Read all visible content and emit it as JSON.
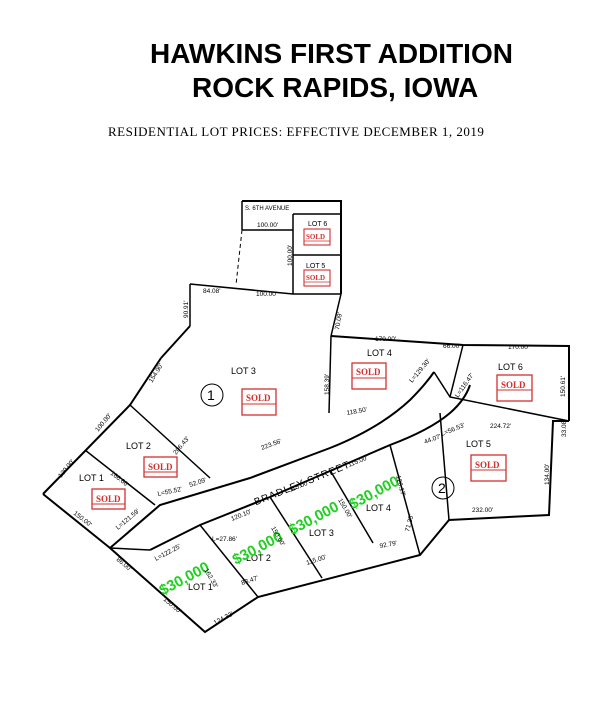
{
  "header": {
    "title_line1": "HAWKINS FIRST ADDITION",
    "title_line2": "ROCK RAPIDS, IOWA",
    "subtitle": "RESIDENTIAL LOT PRICES: EFFECTIVE DECEMBER 1, 2019"
  },
  "map": {
    "street_name": "BRADLEY STREET",
    "avenue_name": "S. 6TH AVENUE",
    "block1": {
      "number": "1",
      "lots": [
        {
          "label": "LOT 1",
          "status": "SOLD"
        },
        {
          "label": "LOT 2",
          "status": "SOLD"
        },
        {
          "label": "LOT 3",
          "status": "SOLD"
        },
        {
          "label": "LOT 4",
          "status": "SOLD"
        },
        {
          "label": "LOT 5",
          "status": "SOLD"
        },
        {
          "label": "LOT 6",
          "status": "SOLD"
        }
      ]
    },
    "block2": {
      "number": "2",
      "lots": [
        {
          "label": "LOT 1",
          "price": "$30,000"
        },
        {
          "label": "LOT 2",
          "price": "$30,000"
        },
        {
          "label": "LOT 3",
          "price": "$30,000"
        },
        {
          "label": "LOT 4",
          "price": "$30,000"
        },
        {
          "label": "LOT 5",
          "status": "SOLD"
        },
        {
          "label": "LOT 6",
          "status": "SOLD"
        }
      ]
    },
    "dimensions": {
      "d100_ave": "100.00'",
      "d100_v": "100.00'",
      "d84": "84.08'",
      "d100_h": "100.00'",
      "d90": "90.91'",
      "d70": "70.09'",
      "d154": "154.90'",
      "d158": "158.39'",
      "d170a": "170.00'",
      "d66": "66.00'",
      "d170b": "170.00'",
      "d100_lot1": "100.00'",
      "d120": "120.00'",
      "d206": "206.43'",
      "d166": "166.66'",
      "d223": "223.56'",
      "d150_l1": "150.00'",
      "dL121": "L=121.59'",
      "dL55": "L=55.52'",
      "d52": "52.09'",
      "d118": "118.50'",
      "dL129": "L=129.30'",
      "dL116": "L=116.47'",
      "d224": "224.72'",
      "d150_61": "150.61'",
      "d33": "33.08'",
      "d44": "44.07'",
      "dL56": "L=56.53'",
      "d134": "134.00'",
      "d232": "232.00'",
      "d120_10": "120.10'",
      "d115_a": "115.00'",
      "d115_b": "115.00'",
      "d126": "126.17'",
      "d71": "71.35'",
      "d150_b2": "150.00'",
      "d150_b3": "150.00'",
      "d92": "92.79'",
      "dL27": "L=27.86'",
      "d115_c": "115.00'",
      "d83": "83.47'",
      "dL122": "L=122.25'",
      "d162": "162.33'",
      "d86": "86.00'",
      "d150_b1": "150.00'",
      "d124": "124.32'"
    }
  }
}
